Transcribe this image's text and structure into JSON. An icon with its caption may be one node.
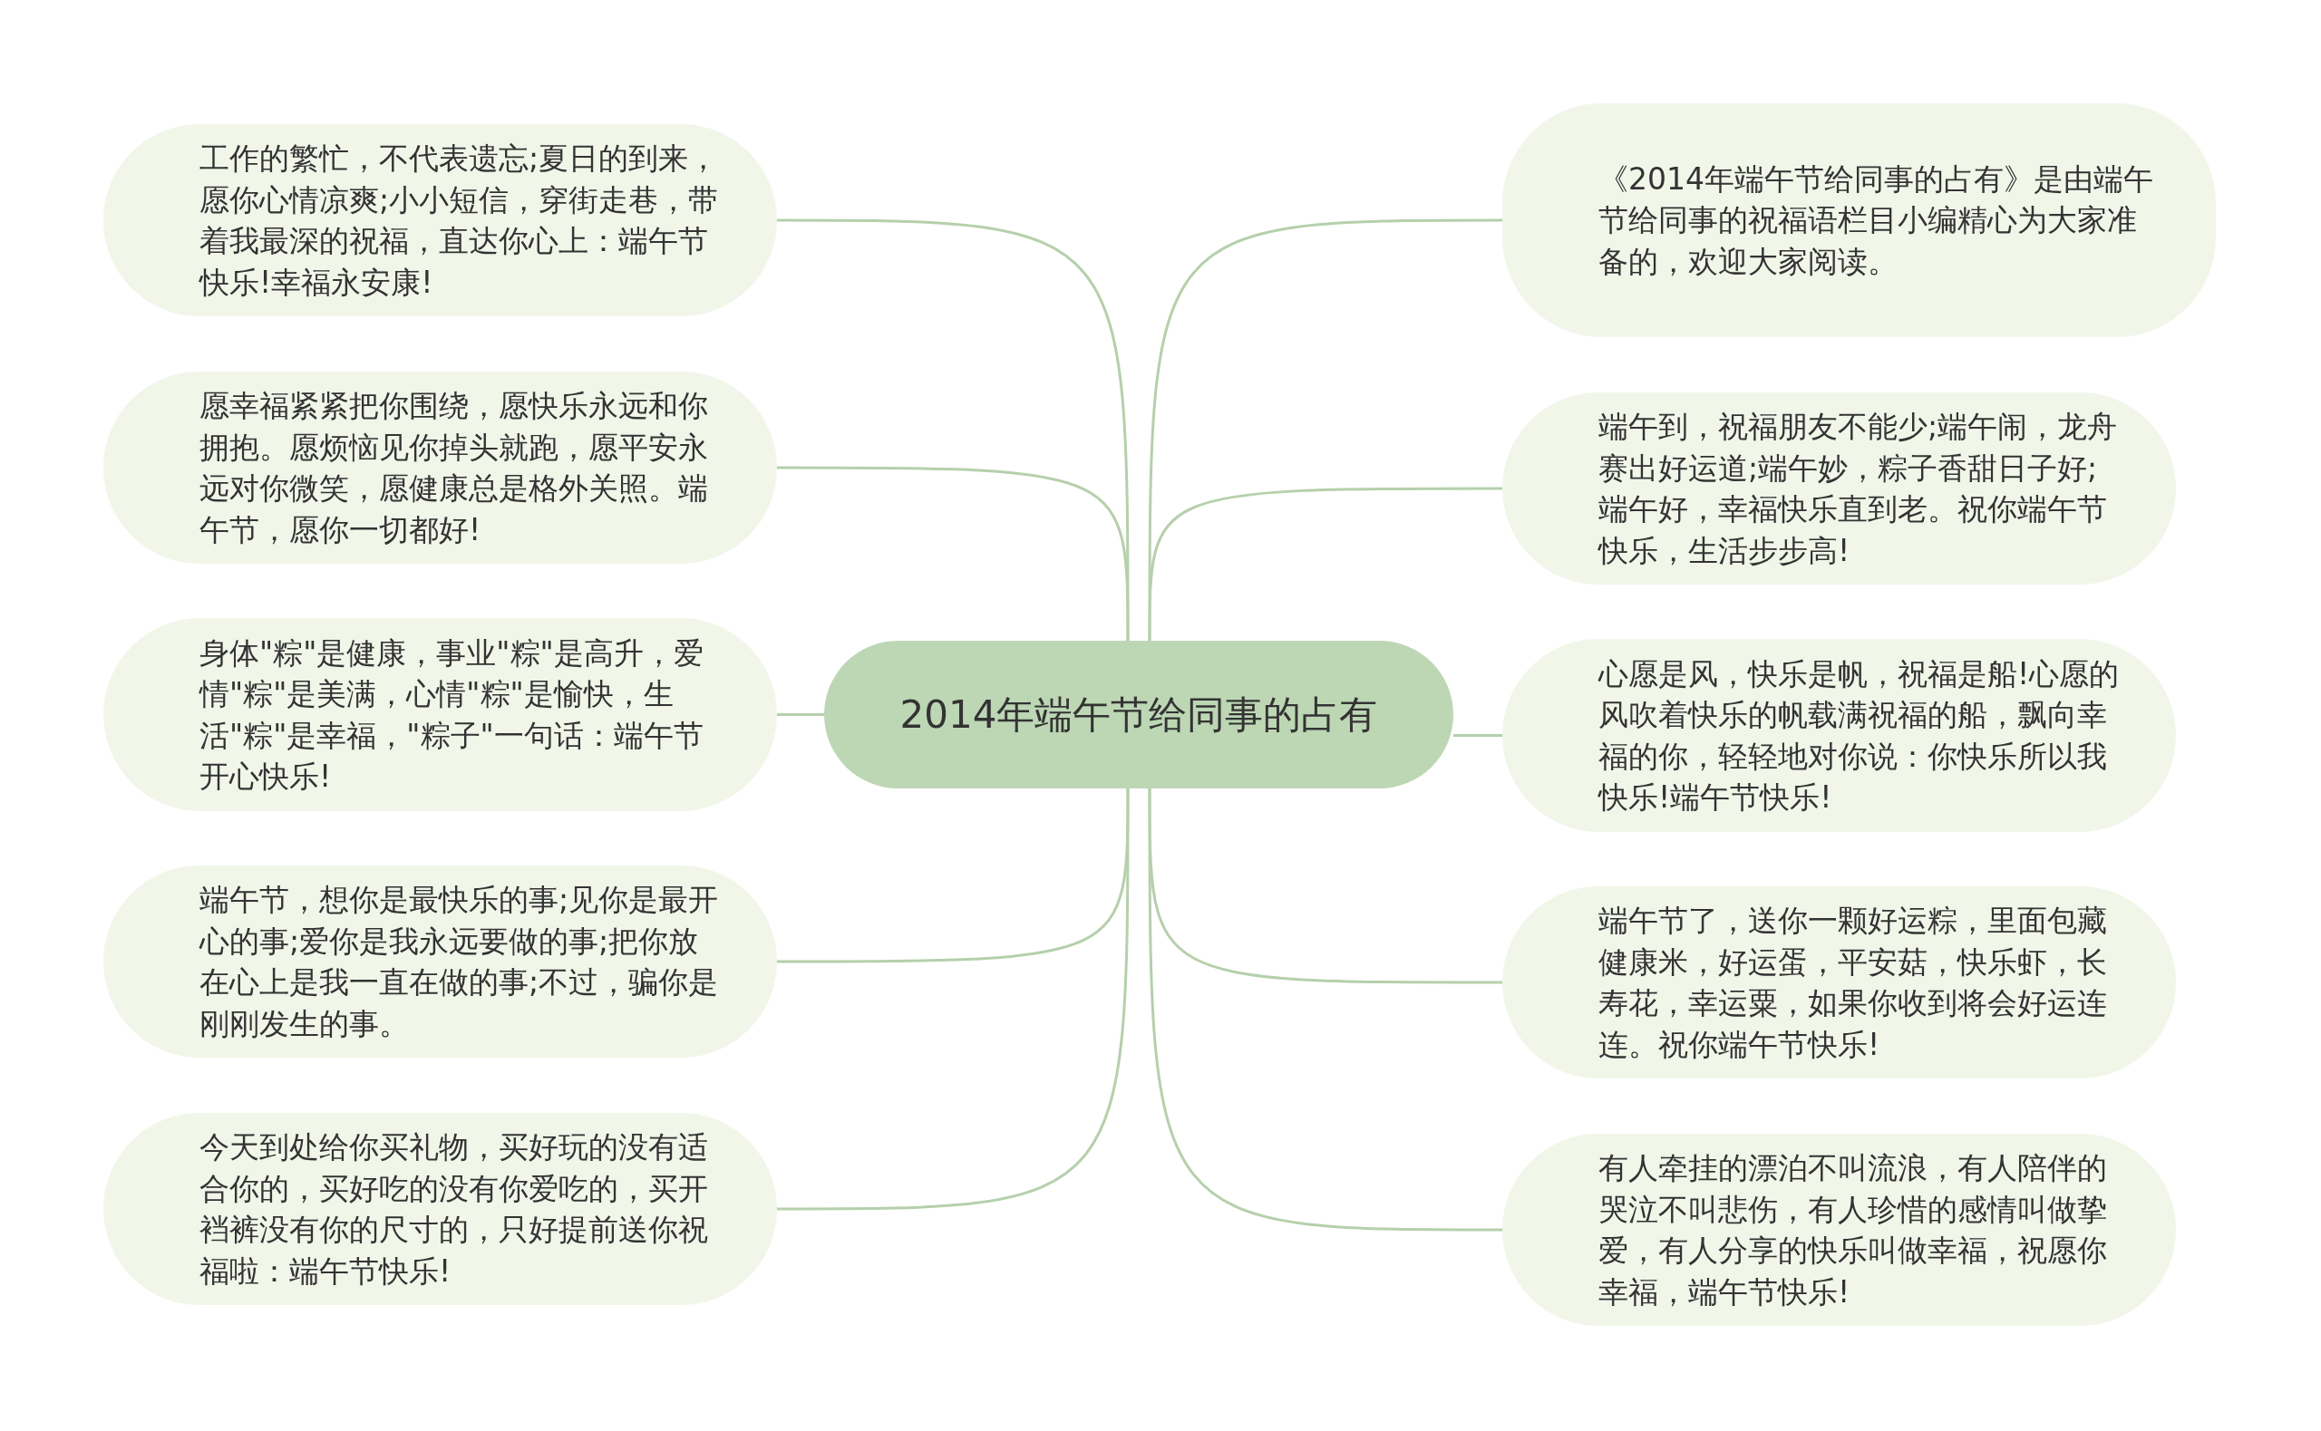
{
  "diagram": {
    "nodes": [
      {
        "text": [
          "2014年端午节给同事的占有"
        ]
      },
      {
        "text": [
          "工作的繁忙，不代表遗忘;夏日的到来，愿你心情凉爽;小小短信，穿街走巷，带着我最深的祝福，直达你心上：端午节快乐!幸福永安康!"
        ]
      },
      {
        "text": [
          "愿幸福紧紧把你围绕，愿快乐永远和你拥抱。愿烦恼见你掉头就跑，愿平安永远对你微笑，愿健康总是格外关照。端午节，愿你一切都好!"
        ]
      },
      {
        "text": [
          "身体\"粽\"是健康，事业\"粽\"是高升，爱情\"粽\"是美满，心情\"粽\"是愉快，生活\"粽\"是幸福，\"粽子\"一句话：端午节开心快乐!"
        ]
      },
      {
        "text": [
          "端午节，想你是最快乐的事;见你是最开心的事;爱你是我永远要做的事;把你放在心上是我一直在做的事;不过，骗你是刚刚发生的事。"
        ]
      },
      {
        "text": [
          "今天到处给你买礼物，买好玩的没有适合你的，买好吃的没有你爱吃的，买开裆裤没有你的尺寸的，只好提前送你祝福啦：端午节快乐!"
        ]
      },
      {
        "text": [
          "《2014年端午节给同事的占有》是由端午节给同事的祝福语栏目小编精心为大家准备的，欢迎大家阅读。"
        ]
      },
      {
        "text": [
          "端午到，祝福朋友不能少;端午闹，龙舟赛出好运道;端午妙，粽子香甜日子好;端午好，幸福快乐直到老。祝你端午节快乐，生活步步高!"
        ]
      },
      {
        "text": [
          "心愿是风，快乐是帆，祝福是船!心愿的风吹着快乐的帆载满祝福的船，飘向幸福的你，轻轻地对你说：你快乐所以我快乐!端午节快乐!"
        ]
      },
      {
        "text": [
          "端午节了，送你一颗好运粽，里面包藏健康米，好运蛋，平安菇，快乐虾，长寿花，幸运粟，如果你收到将会好运连连。祝你端午节快乐!"
        ]
      },
      {
        "text": [
          "有人牵挂的漂泊不叫流浪，有人陪伴的哭泣不叫悲伤，有人珍惜的感情叫做挚爱，有人分享的快乐叫做幸福，祝愿你幸福，端午节快乐!"
        ]
      }
    ],
    "edges": [
      {
        "from": 0,
        "to": 1,
        "arrow": "none"
      },
      {
        "from": 0,
        "to": 2,
        "arrow": "none"
      },
      {
        "from": 0,
        "to": 3,
        "arrow": "none"
      },
      {
        "from": 0,
        "to": 4,
        "arrow": "none"
      },
      {
        "from": 0,
        "to": 5,
        "arrow": "none"
      },
      {
        "from": 0,
        "to": 6,
        "arrow": "none"
      },
      {
        "from": 0,
        "to": 7,
        "arrow": "none"
      },
      {
        "from": 0,
        "to": 8,
        "arrow": "none"
      },
      {
        "from": 0,
        "to": 9,
        "arrow": "none"
      },
      {
        "from": 0,
        "to": 10,
        "arrow": "none"
      }
    ]
  }
}
